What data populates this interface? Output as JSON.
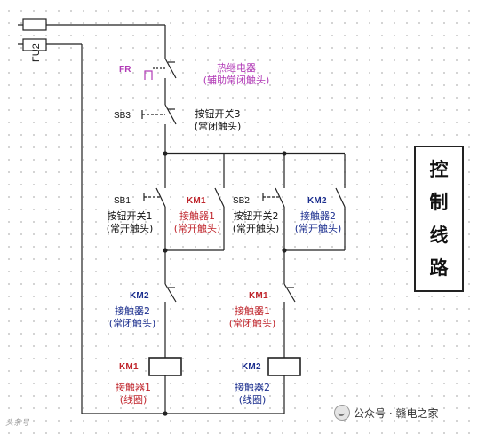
{
  "fuse": {
    "tag": "FU2"
  },
  "fr": {
    "tag": "FR",
    "name": "热继电器",
    "desc": "(辅助常闭触头)"
  },
  "sb3": {
    "tag": "SB3",
    "name": "按钮开关3",
    "desc": "(常闭触头)"
  },
  "sb1": {
    "tag": "SB1",
    "name": "按钮开关1",
    "desc": "(常开触头)"
  },
  "sb2": {
    "tag": "SB2",
    "name": "按钮开关2",
    "desc": "(常开触头)"
  },
  "km1_hold": {
    "tag": "KM1",
    "name": "接触器1",
    "desc": "(常开触头)"
  },
  "km2_hold": {
    "tag": "KM2",
    "name": "接触器2",
    "desc": "(常开触头)"
  },
  "km2_nc": {
    "tag": "KM2",
    "name": "接触器2",
    "desc": "(常闭触头)"
  },
  "km1_nc": {
    "tag": "KM1",
    "name": "接触器1",
    "desc": "(常闭触头)"
  },
  "km1_coil": {
    "tag": "KM1",
    "name": "接触器1",
    "desc": "(线圈)"
  },
  "km2_coil": {
    "tag": "KM2",
    "name": "接触器2",
    "desc": "(线圈)"
  },
  "side_title": [
    "控",
    "制",
    "线",
    "路"
  ],
  "watermark": "公众号 · 赣电之家",
  "logo": "头条号"
}
